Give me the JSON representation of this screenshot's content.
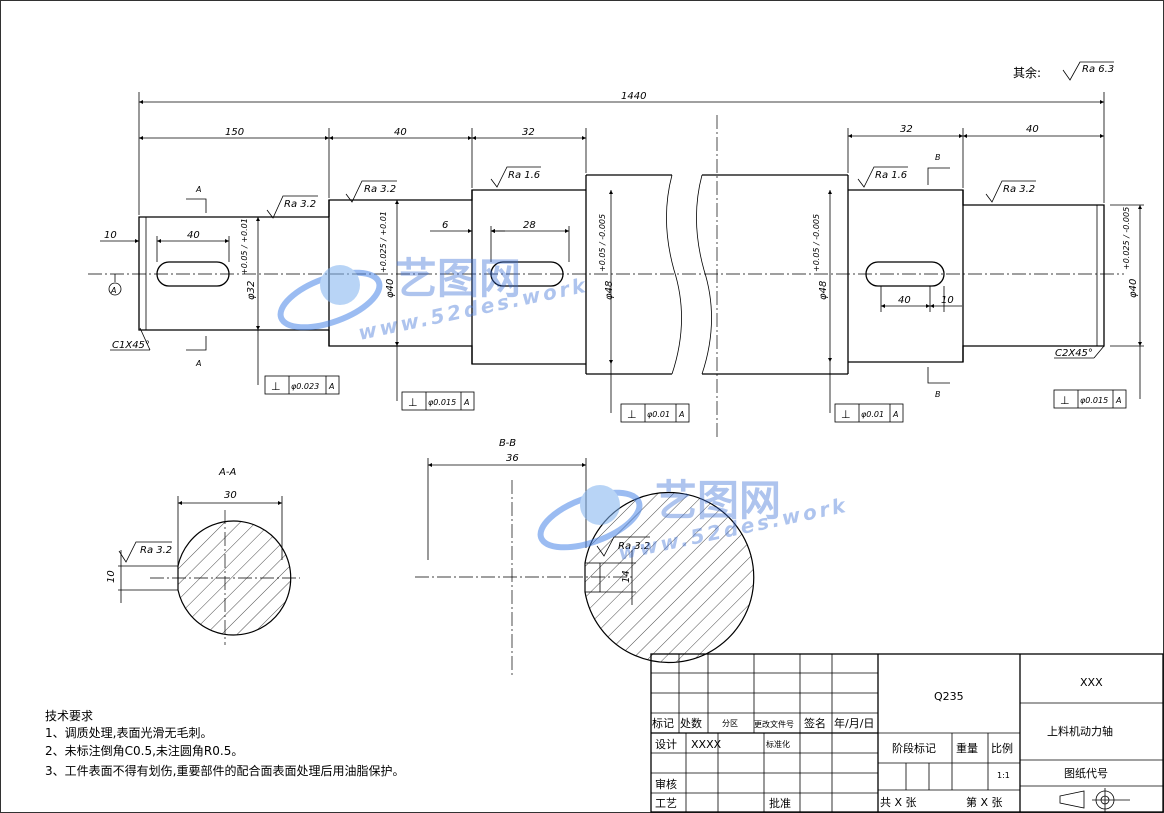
{
  "roughness_other": {
    "label": "其余:",
    "value": "Ra 6.3"
  },
  "dimensions": {
    "total_length": "1440",
    "len_150": "150",
    "len_40_a": "40",
    "len_32_a": "32",
    "len_32_b": "32",
    "len_40_b": "40",
    "d10": "10",
    "key_40": "40",
    "d6": "6",
    "d28": "28",
    "key_40_right": "40",
    "d10_right": "10",
    "dia_32": "φ32",
    "dia_32_tol": "+0.05 / +0.01",
    "dia_40": "φ40",
    "dia_40_tol": "+0.025 / +0.01",
    "dia_48": "φ48",
    "dia_48_tol": "+0.05 / -0.005",
    "dia_48b": "φ48",
    "dia_48b_tol": "+0.05 / -0.005",
    "dia_40b": "φ40",
    "dia_40b_tol": "+0.025 / -0.005",
    "chamfer_left": "C1X45°",
    "chamfer_right": "C2X45°",
    "datum": "A"
  },
  "roughness": [
    "Ra 3.2",
    "Ra 3.2",
    "Ra 1.6",
    "Ra 1.6",
    "Ra 3.2",
    "Ra 3.2",
    "Ra 3.2"
  ],
  "tolerances": [
    {
      "symbol": "⊥",
      "value": "φ0.023",
      "datum": "A"
    },
    {
      "symbol": "⊥",
      "value": "φ0.015",
      "datum": "A"
    },
    {
      "symbol": "⊥",
      "value": "φ0.01",
      "datum": "A"
    },
    {
      "symbol": "⊥",
      "value": "φ0.01",
      "datum": "A"
    },
    {
      "symbol": "⊥",
      "value": "φ0.015",
      "datum": "A"
    }
  ],
  "sections": {
    "aa_label": "A-A",
    "aa_width": "30",
    "aa_depth": "10",
    "bb_label": "B-B",
    "bb_width": "36",
    "bb_depth": "14",
    "a": "A",
    "b": "B"
  },
  "tech_requirements": {
    "title": "技术要求",
    "items": [
      "1、调质处理,表面光滑无毛刺。",
      "2、未标注倒角C0.5,未注圆角R0.5。",
      "3、工件表面不得有划伤,重要部件的配合面表面处理后用油脂保护。"
    ]
  },
  "title_block": {
    "material": "Q235",
    "company": "XXX",
    "part_name": "上料机动力轴",
    "drawing_code": "图纸代号",
    "headers": [
      "标记",
      "处数",
      "分区",
      "更改文件号",
      "签名",
      "年/月/日"
    ],
    "design": "设计",
    "designer": "XXXX",
    "standardization": "标准化",
    "review": "审核",
    "process": "工艺",
    "approve": "批准",
    "stage_mark": "阶段标记",
    "weight": "重量",
    "scale_label": "比例",
    "scale": "1:1",
    "sheets_total": "共 X 张",
    "sheet_no": "第 X 张"
  },
  "watermark": {
    "brand": "艺图网",
    "url": "www.52des.work"
  }
}
